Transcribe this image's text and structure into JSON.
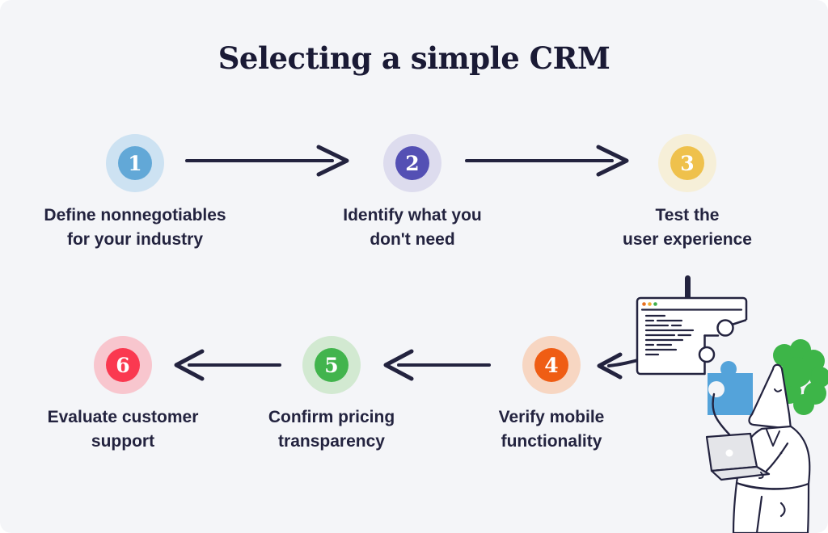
{
  "title": "Selecting a simple CRM",
  "steps": [
    {
      "number": "1",
      "label_line1": "Define nonnegotiables",
      "label_line2": "for your industry",
      "circle_color": "#62a8d7",
      "halo_color": "#cde2f2"
    },
    {
      "number": "2",
      "label_line1": "Identify what you",
      "label_line2": "don't need",
      "circle_color": "#5450b4",
      "halo_color": "#dddcee"
    },
    {
      "number": "3",
      "label_line1": "Test the",
      "label_line2": "user experience",
      "circle_color": "#efc14c",
      "halo_color": "#f6efd8"
    },
    {
      "number": "4",
      "label_line1": "Verify mobile",
      "label_line2": "functionality",
      "circle_color": "#ef5d14",
      "halo_color": "#f7d6c2"
    },
    {
      "number": "5",
      "label_line1": "Confirm pricing",
      "label_line2": "transparency",
      "circle_color": "#42b44d",
      "halo_color": "#d2e9d1"
    },
    {
      "number": "6",
      "label_line1": "Evaluate customer",
      "label_line2": "support",
      "circle_color": "#fa3950",
      "halo_color": "#f8c6ce"
    }
  ],
  "colors": {
    "background": "#f4f5f8",
    "ink": "#23233f",
    "puzzle_blue": "#54a3da",
    "hair_green": "#3db548",
    "laptop_gray": "#e4e5e9",
    "browser_dots": [
      "#e8701f",
      "#f0ad33",
      "#3fae4a"
    ]
  }
}
